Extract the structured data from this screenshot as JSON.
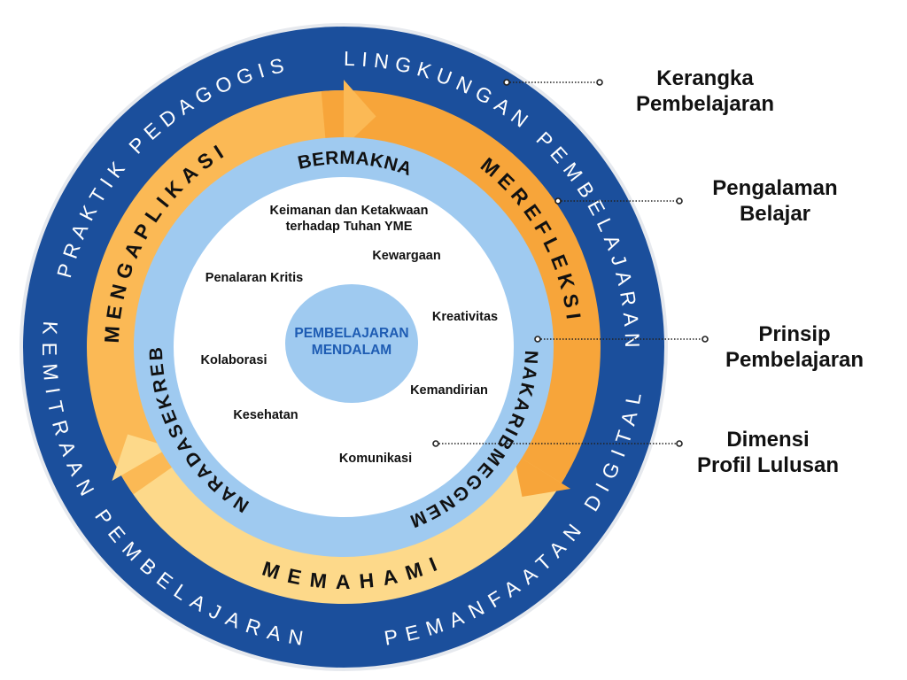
{
  "colors": {
    "outer_band": "#1B4F9C",
    "outer_rim": "#E6E9EE",
    "orange_dark": "#F7A53A",
    "orange_light": "#FBB955",
    "yellow": "#FDD98A",
    "light_blue": "#9FCAF0",
    "core_text": "#1E5CB3"
  },
  "framework": {
    "title": "Kerangka Pembelajaran",
    "items": [
      "PRAKTIK PEDAGOGIS",
      "LINGKUNGAN PEMBELAJARAN",
      "PEMANFAATAN DIGITAL",
      "KEMITRAAN PEMBELAJARAN"
    ]
  },
  "experience": {
    "title": "Pengalaman Belajar",
    "items": [
      "MENGAPLIKASI",
      "MEREFLEKSI",
      "MEMAHAMI"
    ]
  },
  "principles": {
    "title": "Prinsip Pembelajaran",
    "items": [
      "BERMAKNA",
      "MENGGEMBIRAKAN",
      "BERKESADARAN"
    ]
  },
  "dimensions": {
    "title": "Dimensi Profil Lulusan",
    "items": {
      "faith_line1": "Keimanan dan Ketakwaan",
      "faith_line2": "terhadap Tuhan YME",
      "citizenship": "Kewargaan",
      "critical_reasoning": "Penalaran Kritis",
      "creativity": "Kreativitas",
      "collaboration": "Kolaborasi",
      "independence": "Kemandirian",
      "health": "Kesehatan",
      "communication": "Komunikasi"
    }
  },
  "core": {
    "line1": "PEMBELAJARAN",
    "line2": "MENDALAM"
  },
  "legend": {
    "framework": [
      "Kerangka",
      "Pembelajaran"
    ],
    "experience": [
      "Pengalaman",
      "Belajar"
    ],
    "principles": [
      "Prinsip",
      "Pembelajaran"
    ],
    "dimensions": [
      "Dimensi",
      "Profil Lulusan"
    ]
  }
}
